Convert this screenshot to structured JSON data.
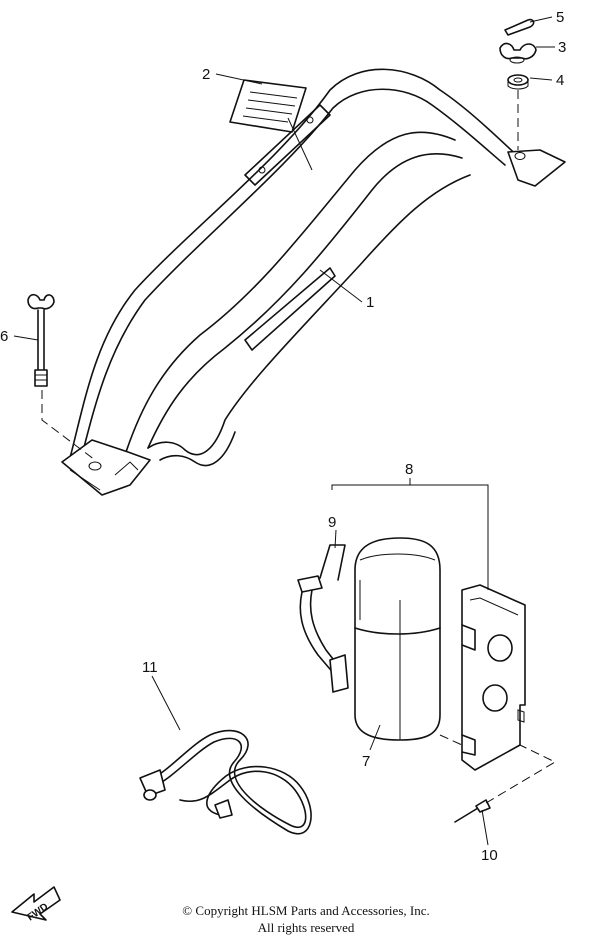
{
  "callouts": {
    "c1": "1",
    "c2": "2",
    "c3": "3",
    "c4": "4",
    "c5": "5",
    "c6": "6",
    "c7": "7",
    "c8": "8",
    "c9": "9",
    "c10": "10",
    "c11": "11"
  },
  "fwd_label": "FWD",
  "copyright": {
    "line1": "© Copyright HLSM Parts and Accessories, Inc.",
    "line2": "All rights reserved"
  }
}
